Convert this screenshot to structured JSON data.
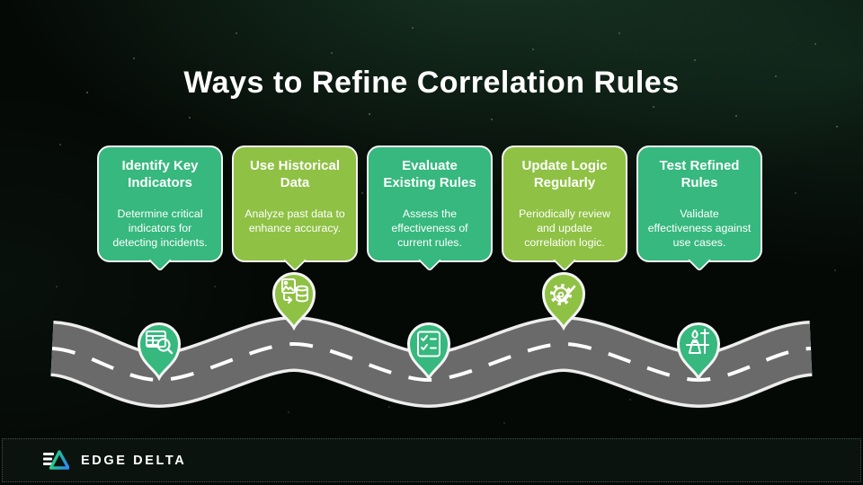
{
  "title": "Ways to Refine Correlation Rules",
  "cards": [
    {
      "title": "Identify Key Indicators",
      "body": "Determine critical indicators for detecting incidents.",
      "color": "#36b87e",
      "pin_icon": "table-search-icon"
    },
    {
      "title": "Use Historical Data",
      "body": "Analyze past data to enhance accuracy.",
      "color": "#8fc144",
      "pin_icon": "data-transfer-icon"
    },
    {
      "title": "Evaluate Existing Rules",
      "body": "Assess the effectiveness of current rules.",
      "color": "#36b87e",
      "pin_icon": "checklist-icon"
    },
    {
      "title": "Update Logic Regularly",
      "body": "Periodically review and update correlation logic.",
      "color": "#8fc144",
      "pin_icon": "gear-check-icon"
    },
    {
      "title": "Test Refined Rules",
      "body": "Validate effectiveness against use cases.",
      "color": "#36b87e",
      "pin_icon": "lab-burner-icon"
    }
  ],
  "road": {
    "surface_color": "#6a6a6a",
    "edge_color": "#ededed",
    "dash_color": "#ffffff"
  },
  "footer": {
    "brand": "EDGE DELTA"
  },
  "colors": {
    "card_green": "#36b87e",
    "card_lime": "#8fc144",
    "background": "#050906",
    "logo_triangle_start": "#3ecf6f",
    "logo_triangle_end": "#2f8ce6"
  }
}
